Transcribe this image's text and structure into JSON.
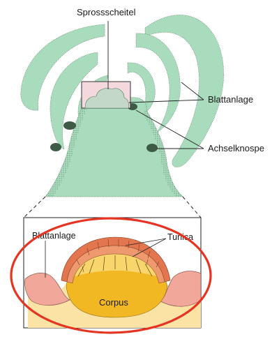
{
  "labels": {
    "sprossscheitel": "Sprossscheitel",
    "blattanlage": "Blattanlage",
    "achselknospe": "Achselknospe",
    "detail_blattanlage": "Blattanlage",
    "tunica": "Tunica",
    "corpus": "Corpus"
  },
  "colors": {
    "tissue": "#a8dcbc",
    "tissue_stipple": "#2f4a3a",
    "highlight_box": "#f3d9dd",
    "tunica": "#e4764f",
    "corpus": "#f2b824",
    "corpus_light": "#f8d66c",
    "leaf_primordium": "#f1a89a",
    "base_tissue": "#fbe3a6",
    "annotation_ring": "#e63422"
  }
}
